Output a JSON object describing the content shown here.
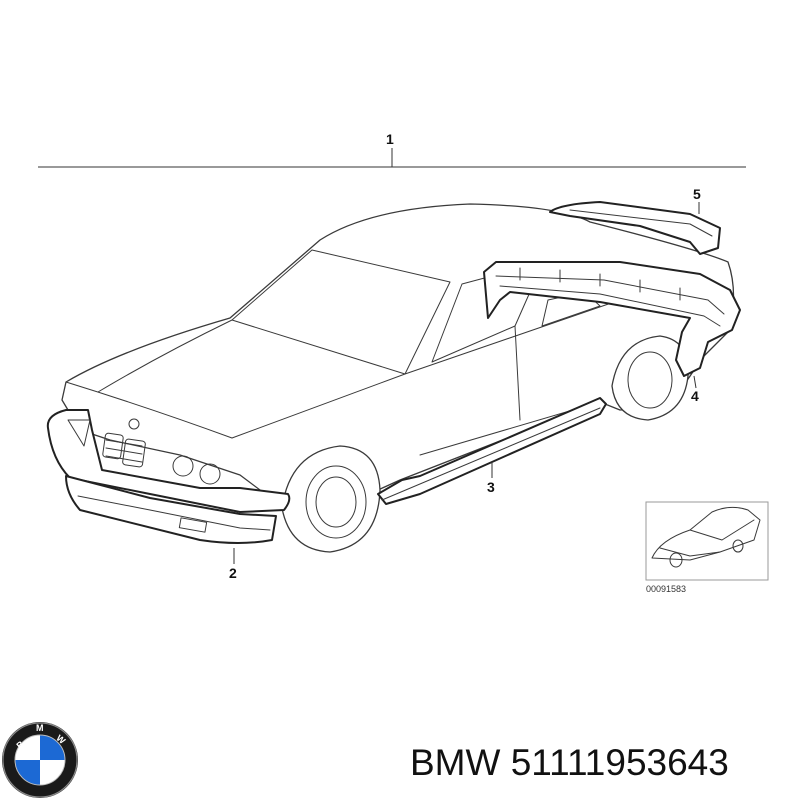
{
  "diagram": {
    "callouts": {
      "c1": "1",
      "c2": "2",
      "c3": "3",
      "c4": "4",
      "c5": "5"
    },
    "thumbnail_code": "00091583"
  },
  "logo": {
    "letters": [
      "B",
      "M",
      "W"
    ],
    "colors": {
      "ring": "#1a1a1a",
      "blue": "#1c69d4",
      "white": "#ffffff"
    }
  },
  "caption": {
    "brand": "BMW",
    "part_number": "51111953643"
  }
}
